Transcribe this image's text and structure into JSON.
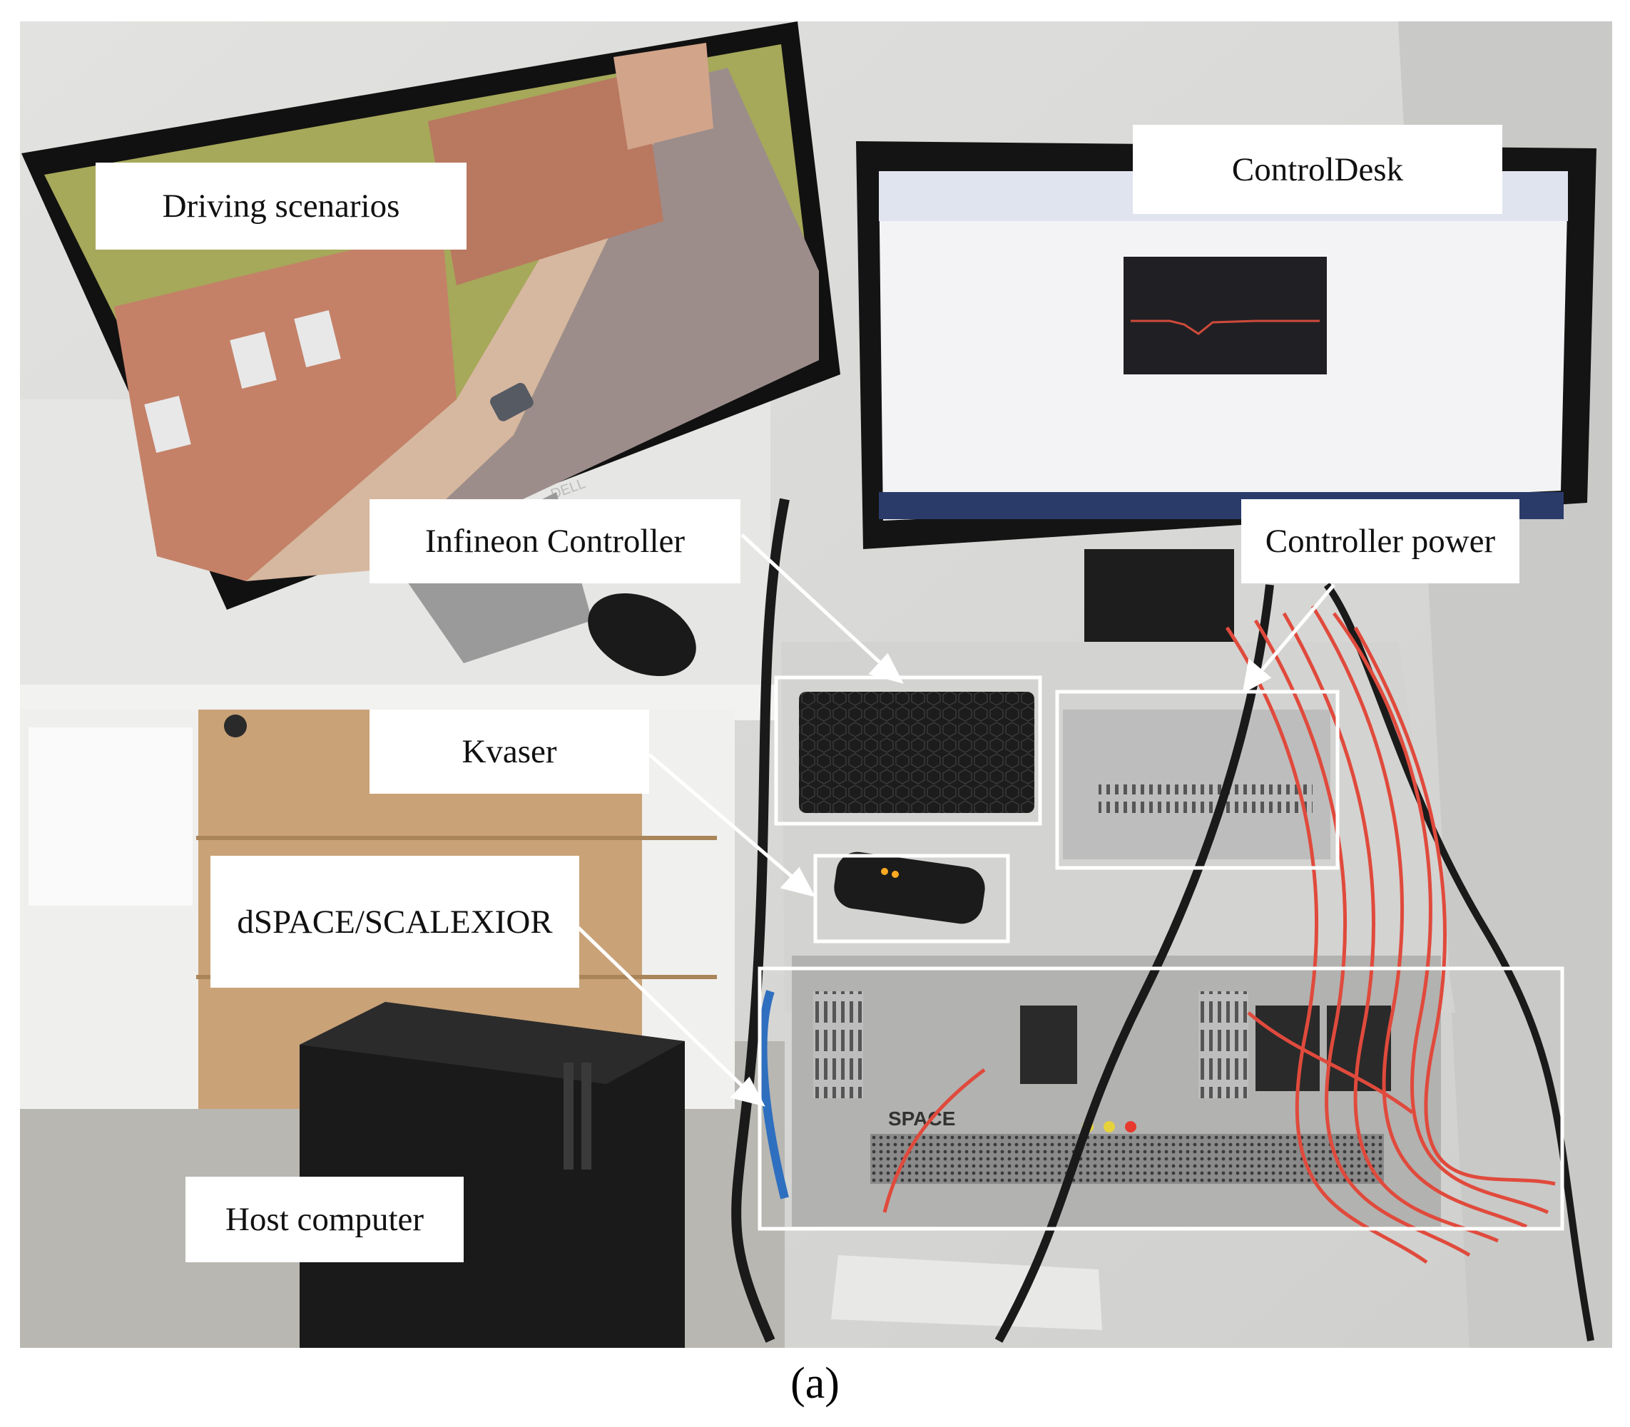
{
  "labels": {
    "driving_scenarios": "Driving scenarios",
    "controldesk": "ControlDesk",
    "infineon_controller": "Infineon Controller",
    "controller_power": "Controller power",
    "kvaser": "Kvaser",
    "dspace": "dSPACE/SCALEXIOR",
    "host_computer": "Host computer"
  },
  "caption": "(a)",
  "monitor_brand": "DELL",
  "rack_brand": "SPACE",
  "colors": {
    "wall": "#d8d8d6",
    "desk": "#e4e4e2",
    "sky": "#a6a85a",
    "road": "#9c8d8b",
    "sidewalk": "#d6b79f",
    "building": "#c48168",
    "red_wires": "#e04a3c",
    "chart_bg": "#202024",
    "chart_line": "#d04a3a",
    "frame": "#ffffff"
  }
}
